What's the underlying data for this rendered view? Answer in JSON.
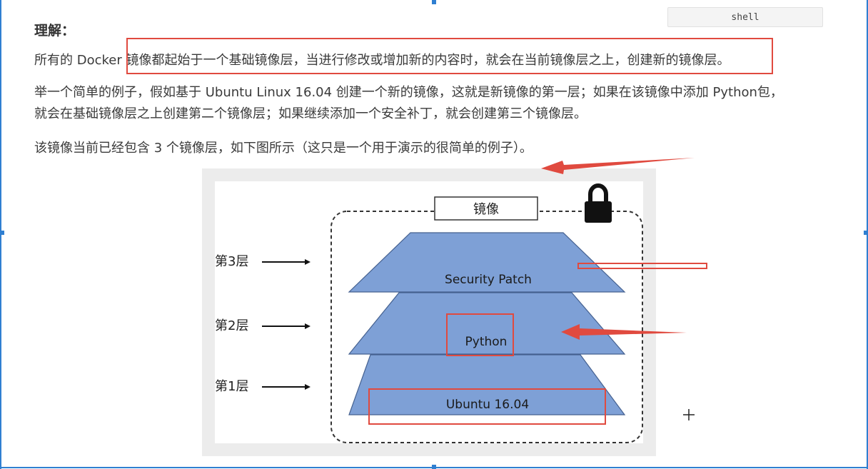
{
  "editor": {
    "code_language_label": "shell"
  },
  "article": {
    "heading": "理解：",
    "paragraph1": "所有的 Docker 镜像都起始于一个基础镜像层，当进行修改或增加新的内容时，就会在当前镜像层之上，创建新的镜像层。",
    "paragraph2_line1": "举一个简单的例子，假如基于 Ubuntu Linux 16.04 创建一个新的镜像，这就是新镜像的第一层；如果在该镜像中添加 Python包，",
    "paragraph2_line2": "就会在基础镜像层之上创建第二个镜像层；如果继续添加一个安全补丁，就会创建第三个镜像层。",
    "paragraph3": "该镜像当前已经包含 3 个镜像层，如下图所示（这只是一个用于演示的很简单的例子）。"
  },
  "diagram": {
    "image_title": "镜像",
    "layer_labels": [
      "第3层",
      "第2层",
      "第1层"
    ],
    "layers": [
      "Security Patch",
      "Python",
      "Ubuntu 16.04"
    ],
    "colors": {
      "layer_fill": "#7ea0d6",
      "layer_stroke": "#44608f",
      "annotation_red": "#e04a3f"
    }
  }
}
